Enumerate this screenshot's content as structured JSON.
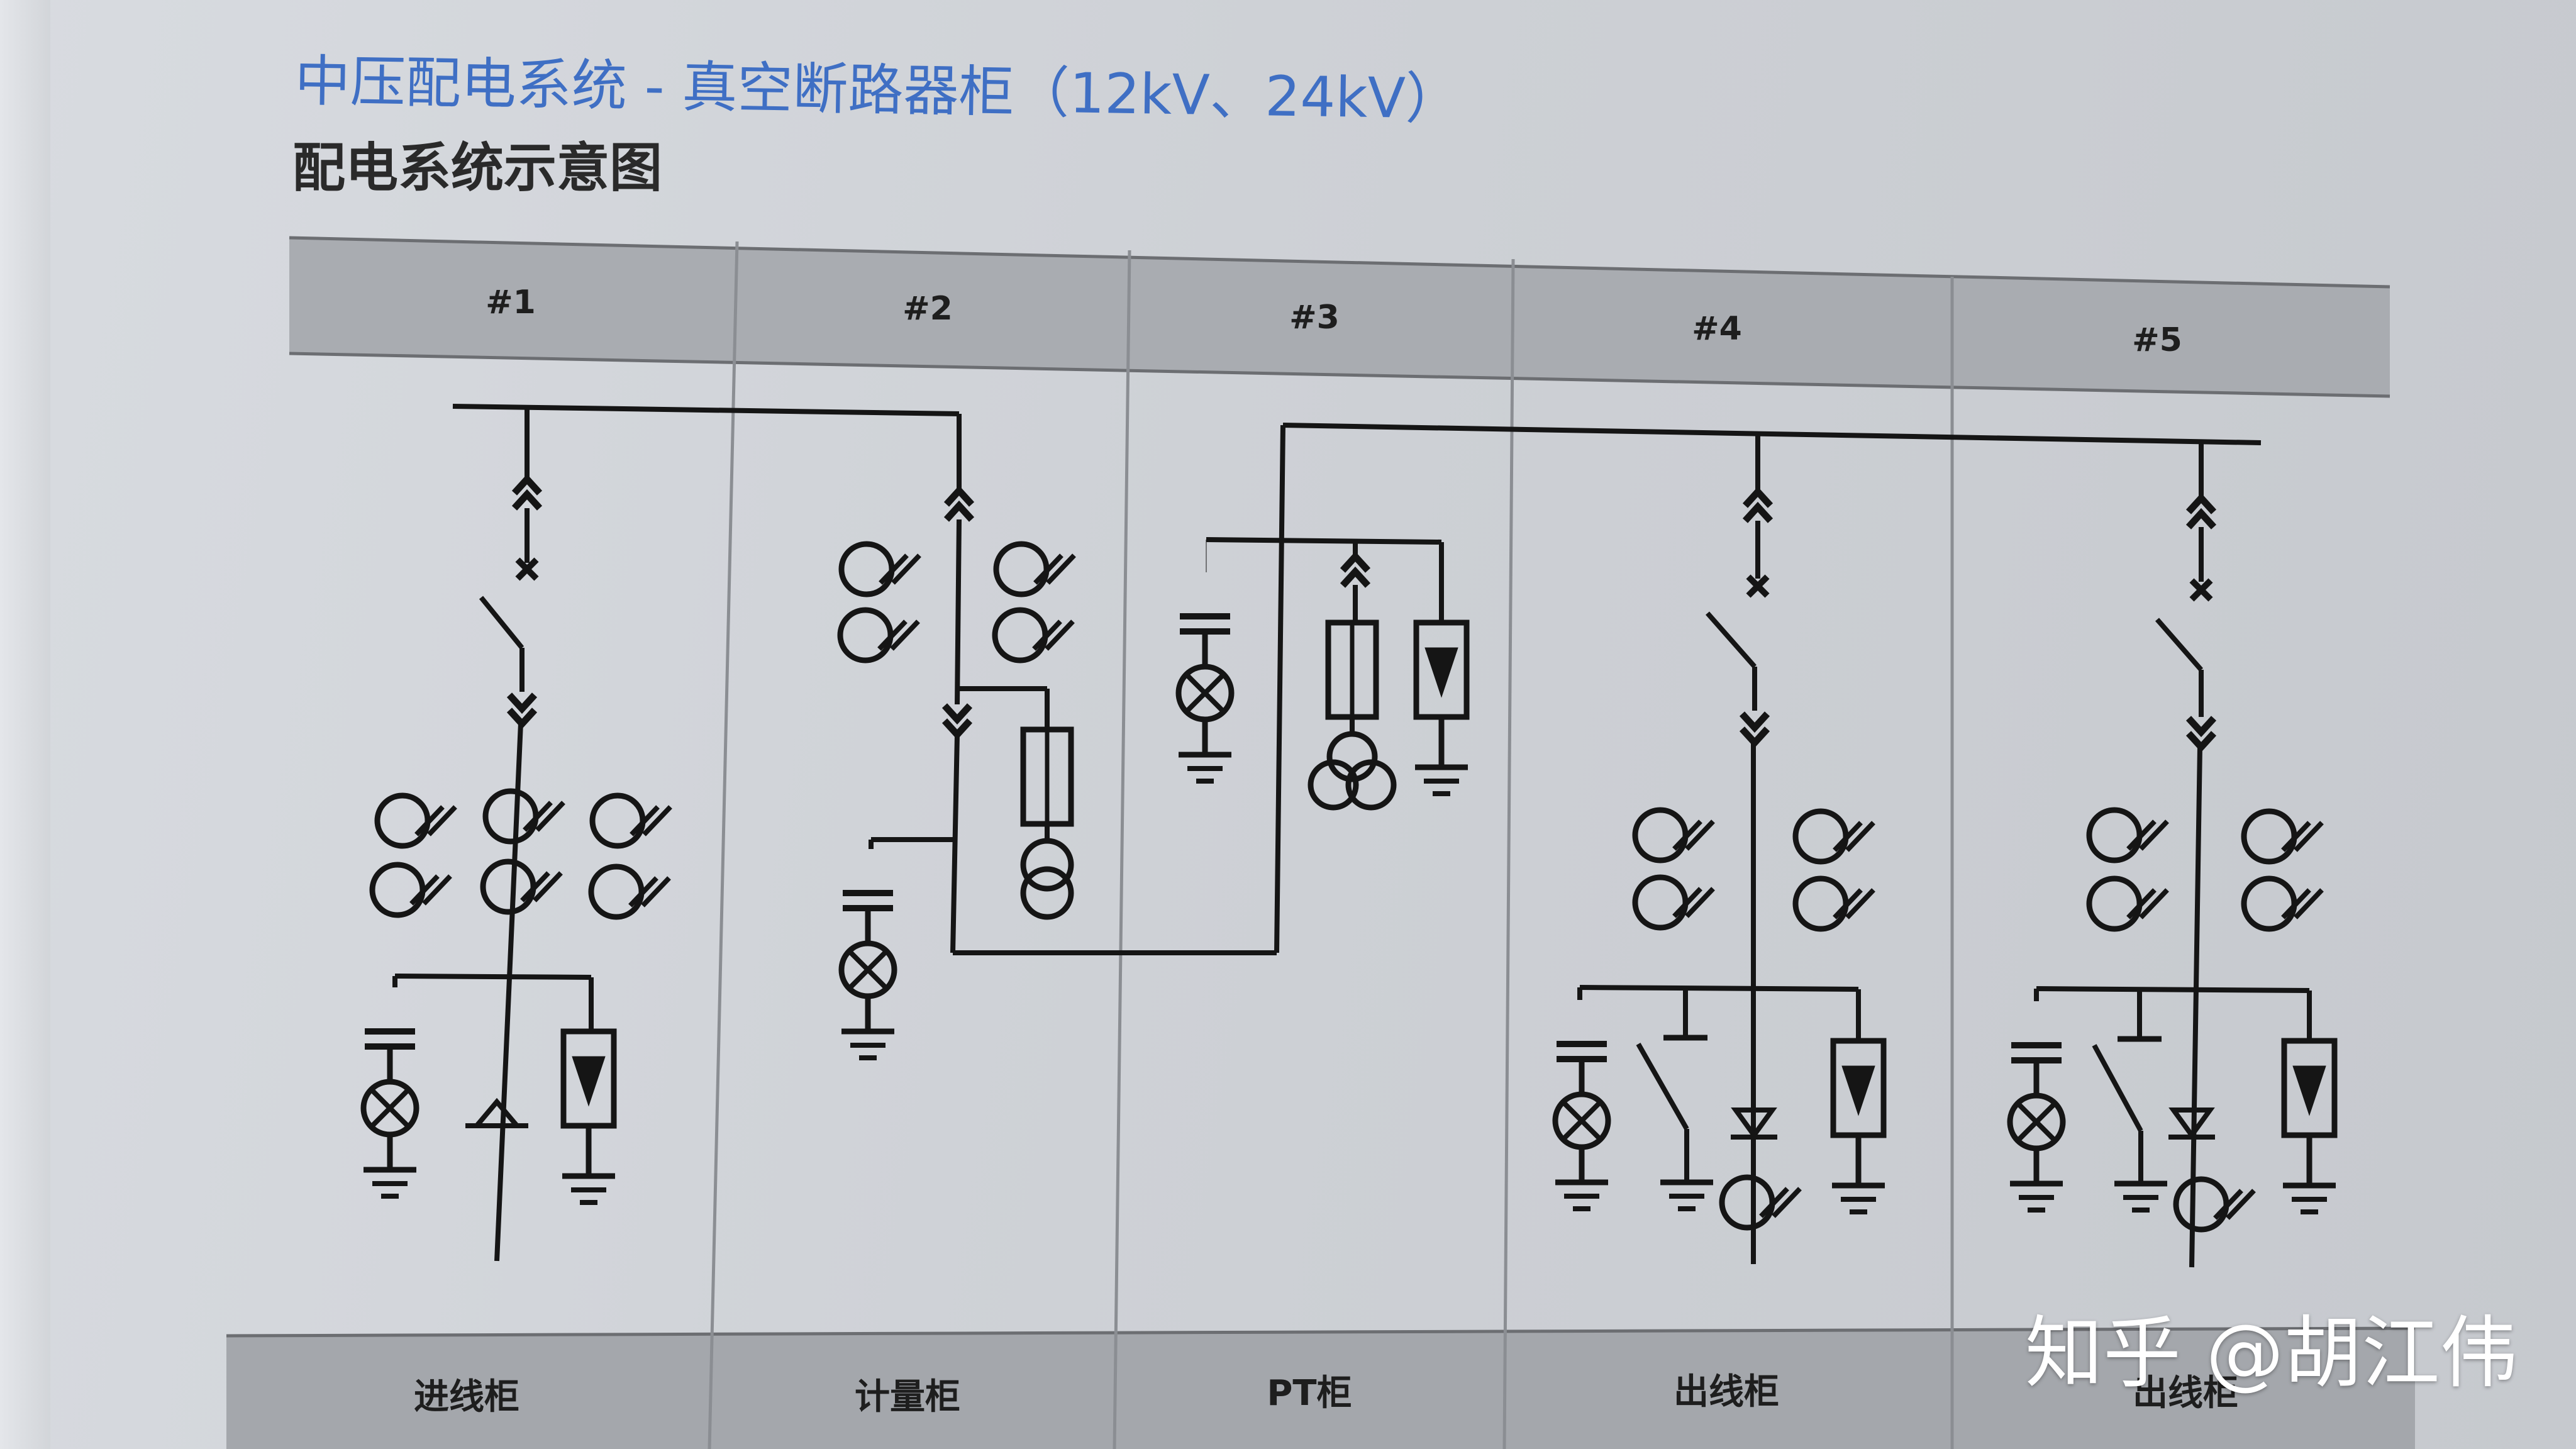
{
  "title": "中压配电系统 - 真空断路器柜（12kV、24kV）",
  "subtitle": "配电系统示意图",
  "panels": [
    {
      "number": "#1",
      "name": "进线柜"
    },
    {
      "number": "#2",
      "name": "计量柜"
    },
    {
      "number": "#3",
      "name": "PT柜"
    },
    {
      "number": "#4",
      "name": "出线柜"
    },
    {
      "number": "#5",
      "name": "出线柜"
    }
  ],
  "watermark": "知乎 @胡江伟",
  "colors": {
    "title": "#3f6fc4",
    "header_band": "#a9acb1",
    "line": "#151515"
  }
}
